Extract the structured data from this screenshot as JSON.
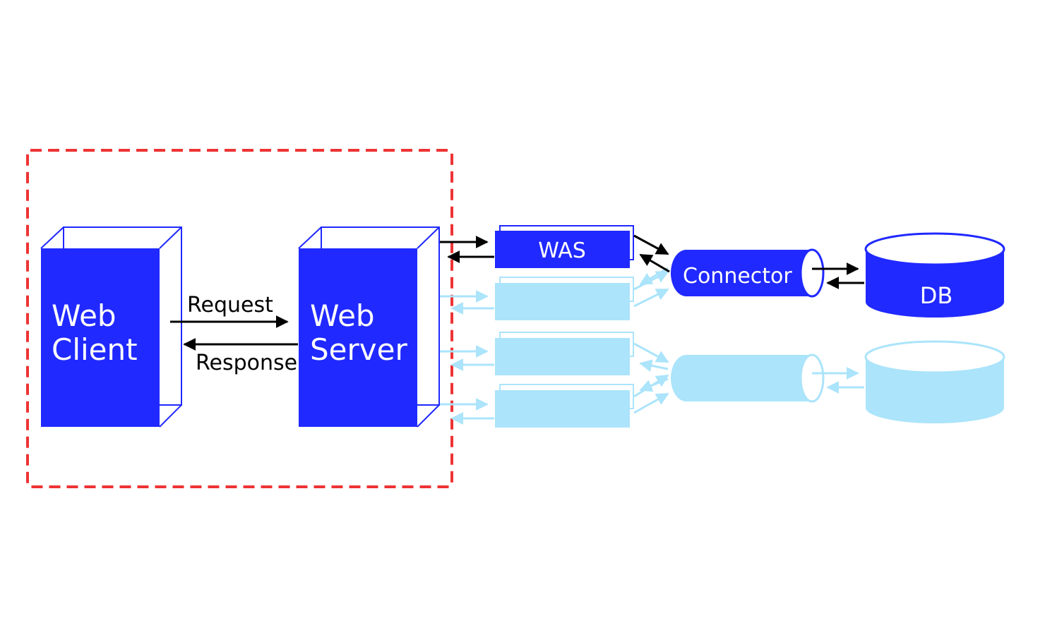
{
  "colors": {
    "primary": "#2029ff",
    "faded": "#abe4fb",
    "highlight": "#ee3334",
    "arrow": "#000000"
  },
  "nodes": {
    "web_client": {
      "line1": "Web",
      "line2": "Client"
    },
    "web_server": {
      "line1": "Web",
      "line2": "Server"
    },
    "was": {
      "label": "WAS"
    },
    "connector": {
      "label": "Connector"
    },
    "db": {
      "label": "DB"
    }
  },
  "edges": {
    "request": "Request",
    "response": "Response"
  }
}
